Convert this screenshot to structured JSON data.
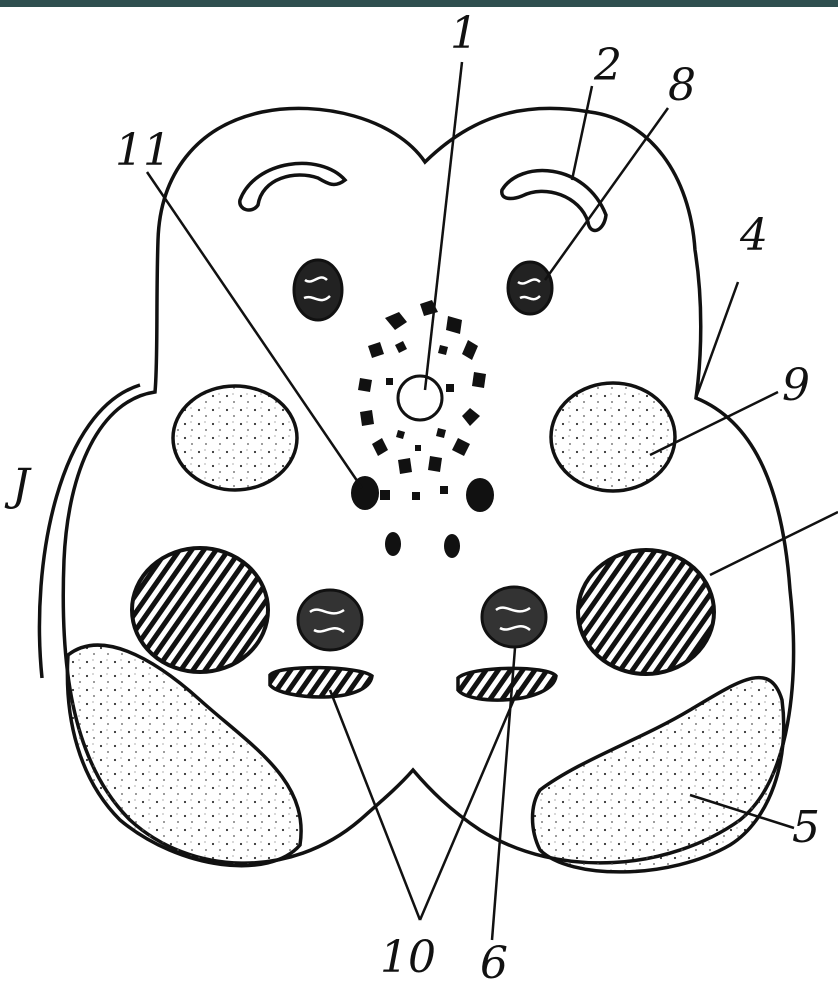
{
  "colors": {
    "top_bar": "#2f4f4f",
    "ink": "#111111",
    "background": "#ffffff"
  },
  "labels": {
    "l1": "1",
    "l2": "2",
    "l8": "8",
    "l11": "11",
    "l4": "4",
    "l9": "9",
    "l3": "J",
    "l5": "5",
    "l10": "10",
    "l6": "6"
  }
}
